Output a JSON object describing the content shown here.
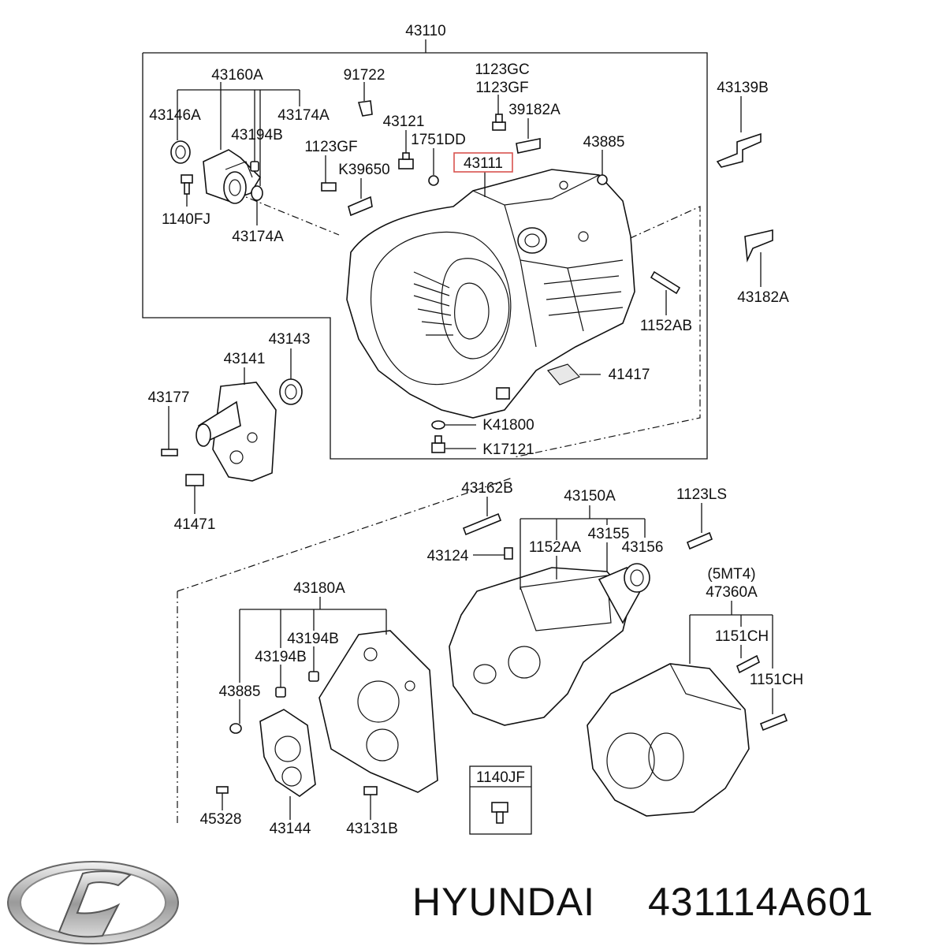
{
  "labels": {
    "l43110": "43110",
    "l43160A": "43160A",
    "l91722": "91722",
    "l1123GC": "1123GC",
    "l1123GF_a": "1123GF",
    "l43139B": "43139B",
    "l43146A": "43146A",
    "l43174A_top": "43174A",
    "l39182A": "39182A",
    "l43121": "43121",
    "l43194B_top": "43194B",
    "l1123GF_b": "1123GF",
    "l1751DD": "1751DD",
    "l43885_top": "43885",
    "l43111": "43111",
    "lK39650": "K39650",
    "l1140FJ": "1140FJ",
    "l43174A_bot": "43174A",
    "l43182A": "43182A",
    "l1152AB": "1152AB",
    "l43143": "43143",
    "l43141": "43141",
    "l41417": "41417",
    "l43177": "43177",
    "lK41800": "K41800",
    "lK17121": "K17121",
    "l41471": "41471",
    "l43162B": "43162B",
    "l43150A": "43150A",
    "l1123LS": "1123LS",
    "l43155": "43155",
    "l1152AA": "1152AA",
    "l43156": "43156",
    "l43124": "43124",
    "l5MT4": "(5MT4)",
    "l47360A": "47360A",
    "l43180A": "43180A",
    "l1151CH_a": "1151CH",
    "l43194B_b": "43194B",
    "l43194B_c": "43194B",
    "l1151CH_b": "1151CH",
    "l43885_bot": "43885",
    "l1140JF": "1140JF",
    "l45328": "45328",
    "l43144": "43144",
    "l43131B": "43131B"
  },
  "footer": {
    "brand": "HYUNDAI",
    "part_number": "431114A601"
  },
  "highlight_color": "#d9534f"
}
